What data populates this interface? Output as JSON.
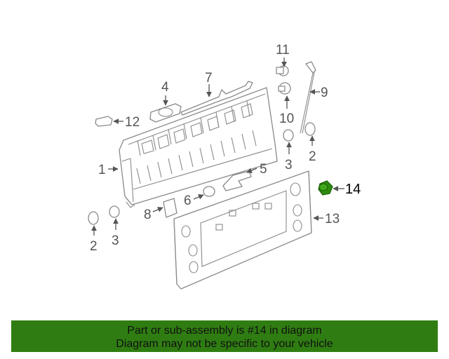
{
  "diagram": {
    "callouts": [
      "1",
      "2",
      "2",
      "3",
      "3",
      "4",
      "5",
      "6",
      "7",
      "8",
      "9",
      "10",
      "11",
      "12",
      "13",
      "14"
    ],
    "highlighted_part": "14",
    "highlight_color": "#2e8b0f"
  },
  "banner": {
    "line1": "Part or sub-assembly is #14 in diagram",
    "line2": "Diagram may not be specific to your vehicle",
    "background": "#2f7d12"
  }
}
